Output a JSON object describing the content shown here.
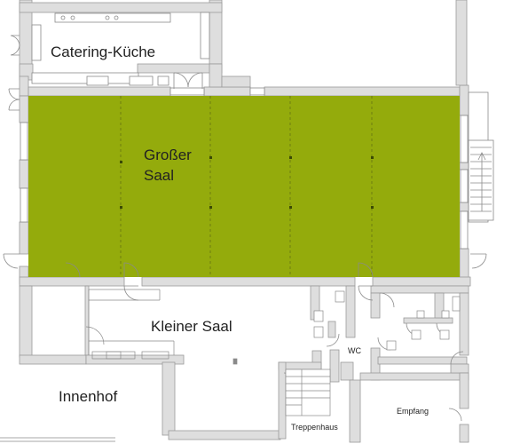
{
  "rooms": {
    "catering": "Catering-Küche",
    "grosser_saal_line1": "Großer",
    "grosser_saal_line2": "Saal",
    "kleiner_saal": "Kleiner Saal",
    "innenhof": "Innenhof",
    "wc": "WC",
    "treppenhaus": "Treppenhaus",
    "empfang": "Empfang"
  },
  "colors": {
    "highlight": "#94ab0c",
    "wall": "#dedede",
    "wall_stroke": "#9a9a9a",
    "line": "#8a8a8a",
    "dash": "#6a7a10",
    "text": "#222222"
  }
}
